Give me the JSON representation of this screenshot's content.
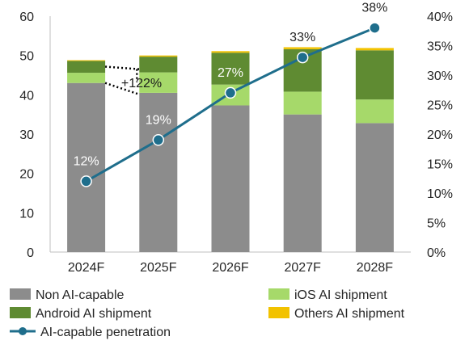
{
  "chart_data": {
    "type": "bar",
    "stacked": true,
    "categories": [
      "2024F",
      "2025F",
      "2026F",
      "2027F",
      "2028F"
    ],
    "ylim_left": [
      0,
      60
    ],
    "yticks_left": [
      "0",
      "10",
      "20",
      "30",
      "40",
      "50",
      "60"
    ],
    "ylim_right": [
      0,
      40
    ],
    "yticks_right": [
      "0%",
      "5%",
      "10%",
      "15%",
      "20%",
      "25%",
      "30%",
      "35%",
      "40%"
    ],
    "grid": false,
    "legend_position": "bottom",
    "series": [
      {
        "name": "Non AI-capable",
        "color": "#8c8c8c",
        "values": [
          43.0,
          40.5,
          37.3,
          35.0,
          32.8
        ]
      },
      {
        "name": "iOS AI shipment",
        "color": "#a6d96a",
        "values": [
          2.6,
          5.2,
          5.3,
          5.8,
          6.0
        ]
      },
      {
        "name": "Android AI shipment",
        "color": "#5f8b32",
        "values": [
          3.0,
          4.0,
          8.1,
          10.8,
          12.5
        ]
      },
      {
        "name": "Others AI shipment",
        "color": "#f2c200",
        "values": [
          0.2,
          0.3,
          0.4,
          0.5,
          0.6
        ]
      }
    ],
    "line_series": {
      "name": "AI-capable penetration",
      "color": "#1f6e8c",
      "values": [
        12,
        19,
        27,
        33,
        38
      ],
      "labels": [
        "12%",
        "19%",
        "27%",
        "33%",
        "38%"
      ]
    },
    "annotation": {
      "text": "+122%"
    }
  }
}
